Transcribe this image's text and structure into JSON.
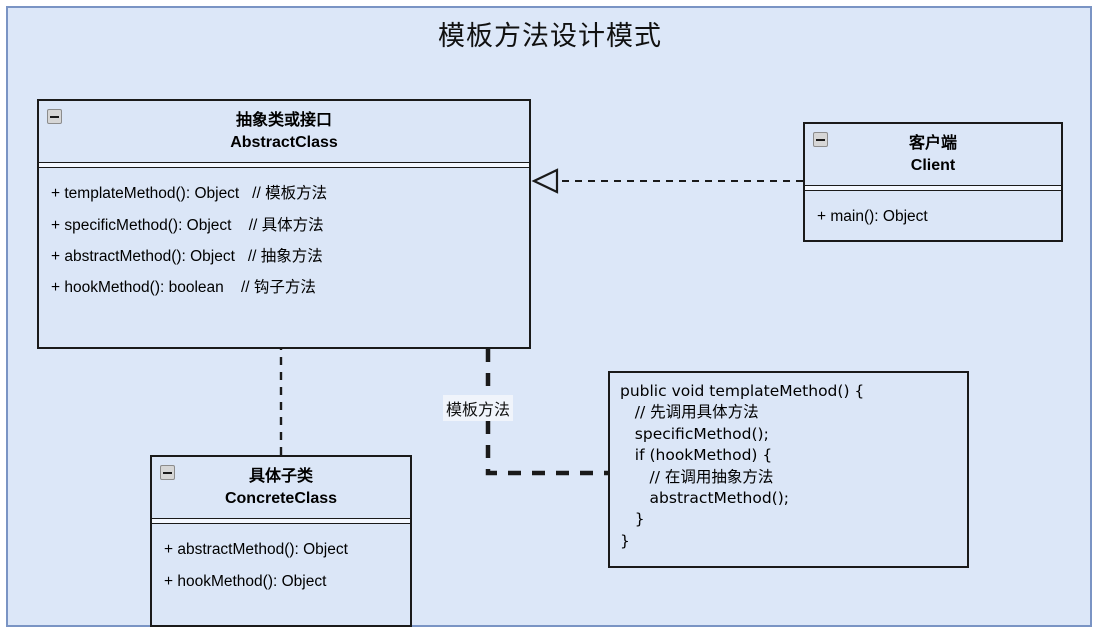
{
  "diagram": {
    "title": "模板方法设计模式",
    "frame": {
      "background_color": "#dce7f8",
      "border_color": "#7a94c4"
    }
  },
  "classes": {
    "abstract_class": {
      "name_cn": "抽象类或接口",
      "name_en": "AbstractClass",
      "collapse_icon": "minus-icon",
      "members": [
        "+ templateMethod(): Object   // 模板方法",
        "+ specificMethod(): Object    // 具体方法",
        "+ abstractMethod(): Object   // 抽象方法",
        "+ hookMethod(): boolean    // 钩子方法"
      ]
    },
    "client": {
      "name_cn": "客户端",
      "name_en": "Client",
      "collapse_icon": "minus-icon",
      "members": [
        "+ main(): Object"
      ]
    },
    "concrete_class": {
      "name_cn": "具体子类",
      "name_en": "ConcreteClass",
      "collapse_icon": "minus-icon",
      "members": [
        "+ abstractMethod(): Object",
        "+ hookMethod(): Object"
      ]
    }
  },
  "note": {
    "code": "public void templateMethod() {\n   // 先调用具体方法\n   specificMethod();\n   if (hookMethod) {\n      // 在调用抽象方法\n      abstractMethod();\n   }\n}"
  },
  "edges": {
    "template_method_label": "模板方法",
    "client_to_abstract": {
      "style": "dashed",
      "arrow": "hollow-triangle",
      "from": "client",
      "to": "abstract_class"
    },
    "concrete_to_abstract": {
      "style": "dashed",
      "arrow": "hollow-triangle",
      "from": "concrete_class",
      "to": "abstract_class"
    },
    "abstract_to_note": {
      "style": "thick-dashed",
      "arrow": "none",
      "from": "abstract_class",
      "to": "note"
    }
  }
}
